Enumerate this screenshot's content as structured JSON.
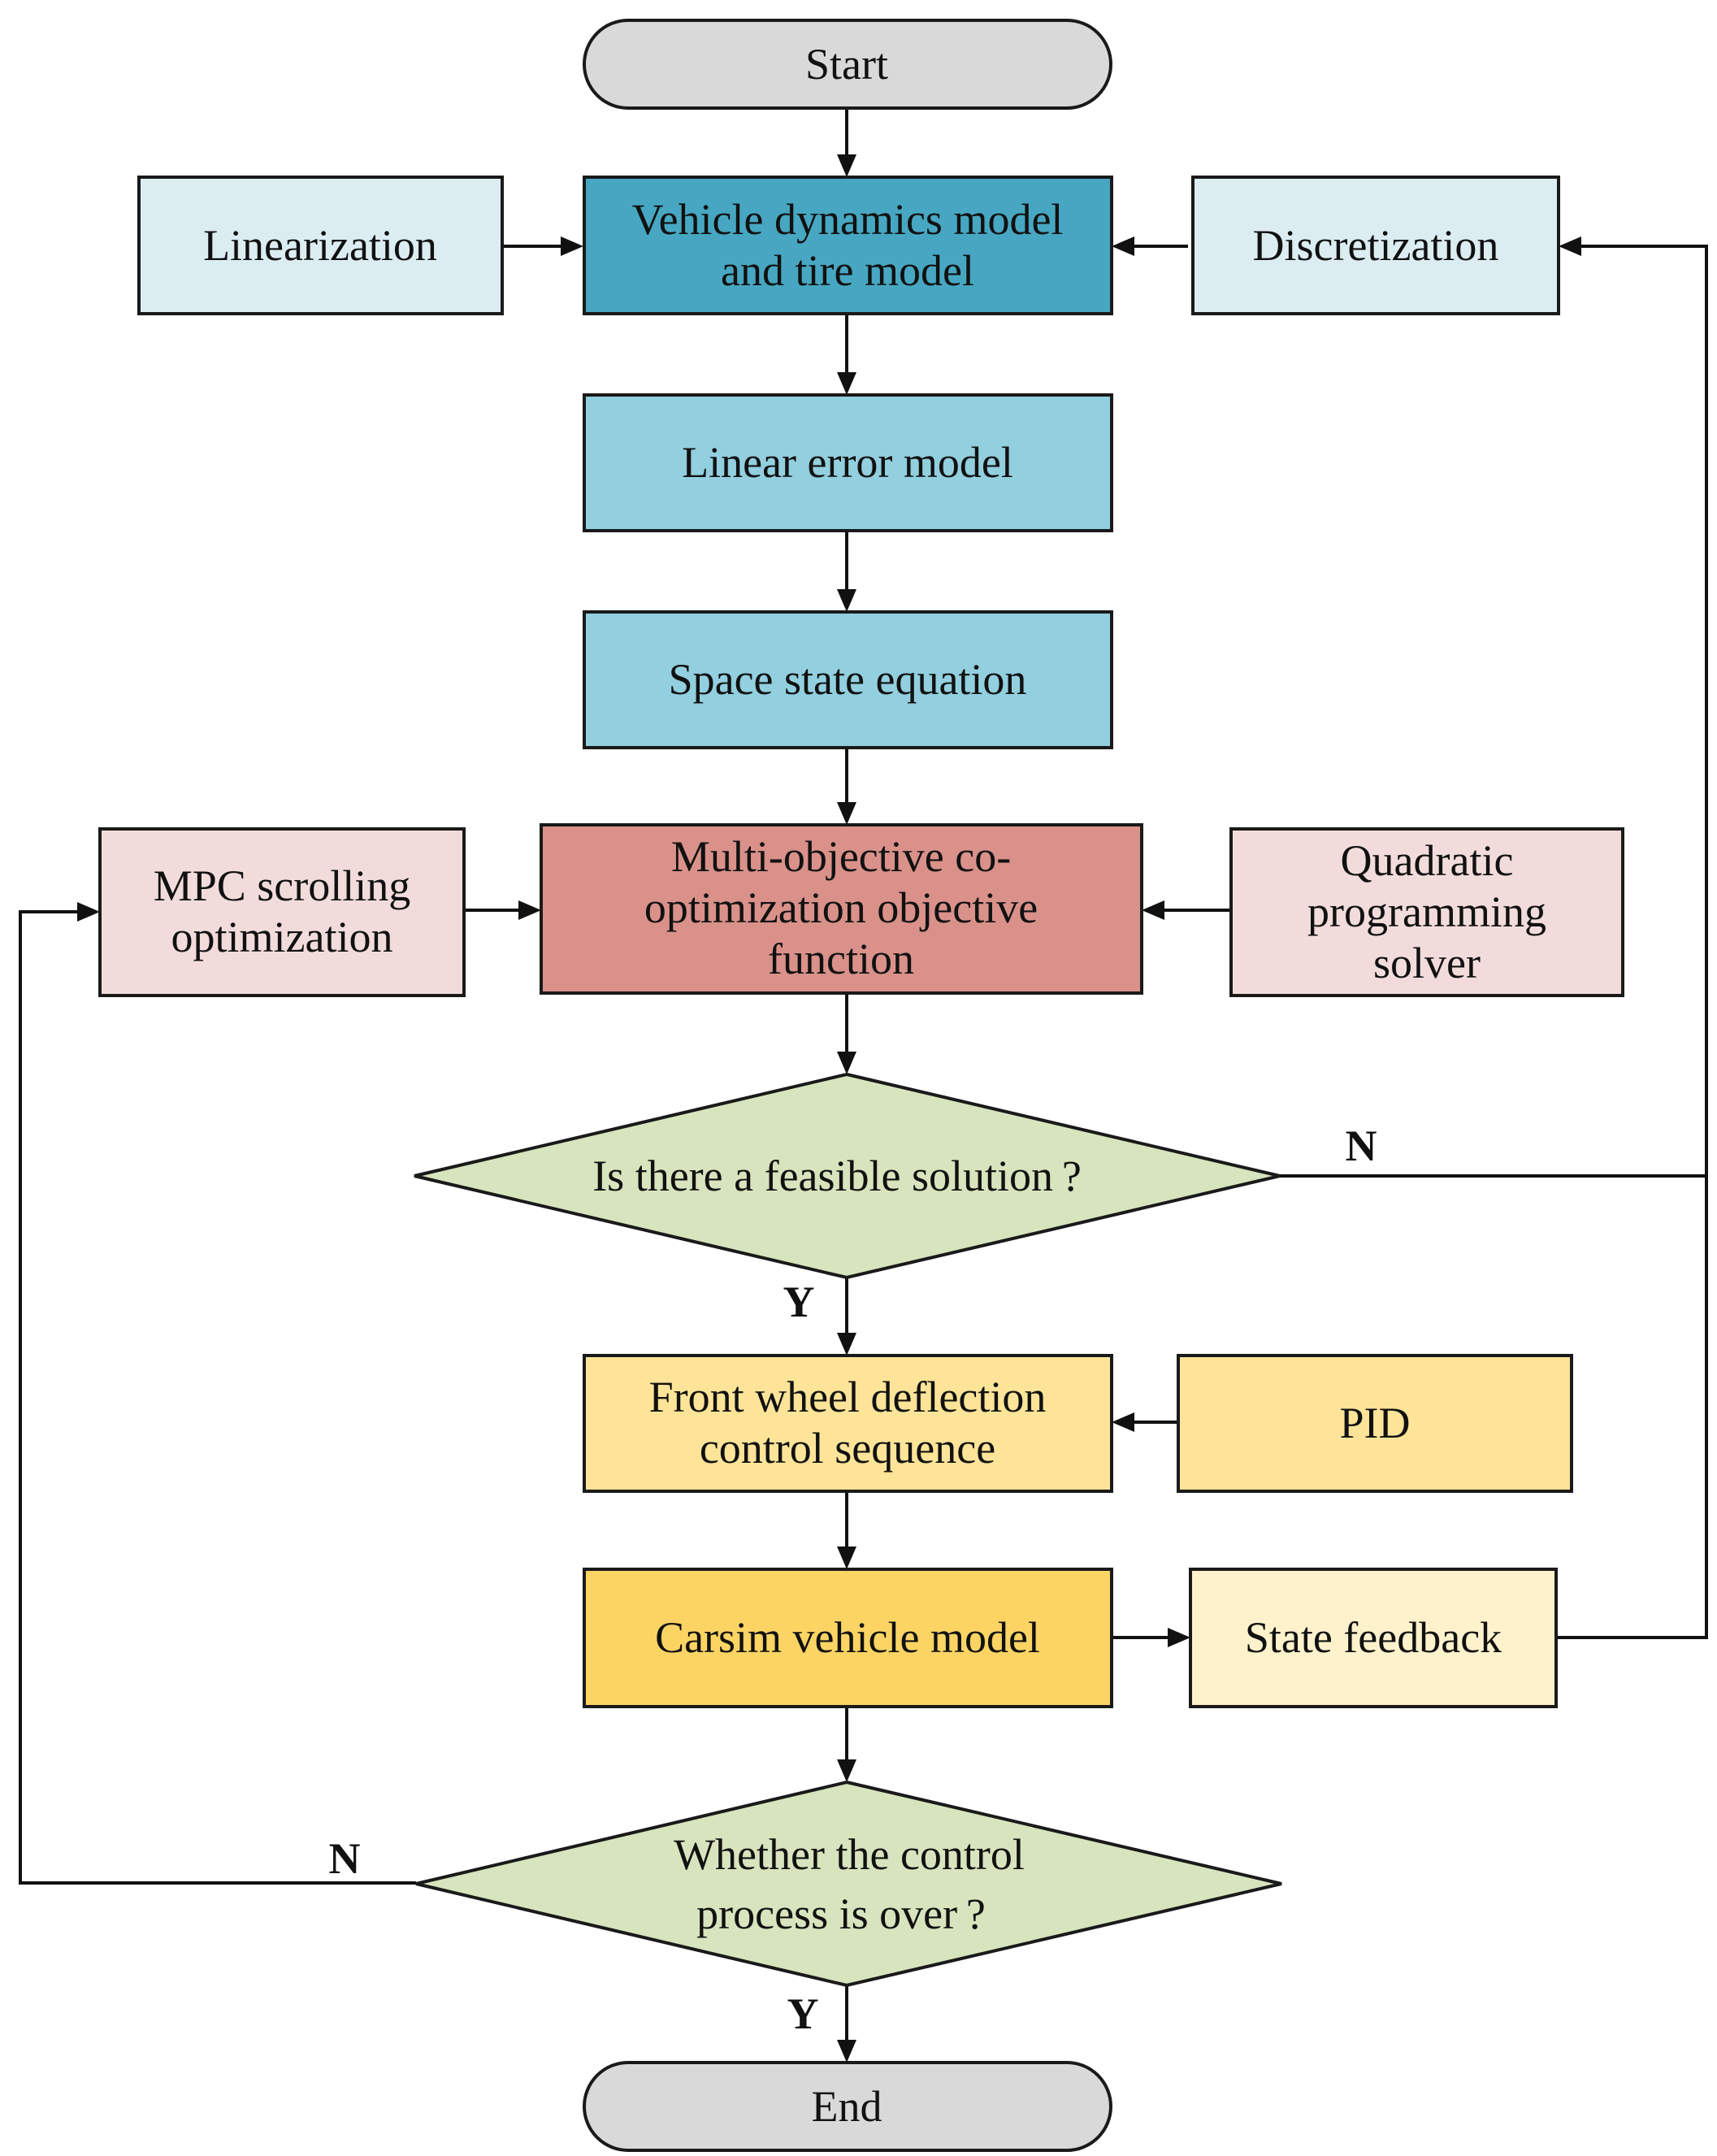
{
  "nodes": {
    "start": {
      "lines": [
        "Start"
      ]
    },
    "vehicle_model": {
      "lines": [
        "Vehicle dynamics model",
        "and tire model"
      ]
    },
    "linearization": {
      "lines": [
        "Linearization"
      ]
    },
    "discretization": {
      "lines": [
        "Discretization"
      ]
    },
    "linear_error": {
      "lines": [
        "Linear error model"
      ]
    },
    "space_state": {
      "lines": [
        "Space state equation"
      ]
    },
    "mpc": {
      "lines": [
        "MPC scrolling",
        "optimization"
      ]
    },
    "objective": {
      "lines": [
        "Multi-objective co-",
        "optimization objective",
        "function"
      ]
    },
    "qp_solver": {
      "lines": [
        "Quadratic",
        "programming",
        "solver"
      ]
    },
    "feasible": {
      "lines": [
        "Is there a feasible solution ?"
      ]
    },
    "front_wheel": {
      "lines": [
        "Front wheel deflection",
        "control sequence"
      ]
    },
    "pid": {
      "lines": [
        "PID"
      ]
    },
    "carsim": {
      "lines": [
        "Carsim vehicle model"
      ]
    },
    "state_feedback": {
      "lines": [
        "State feedback"
      ]
    },
    "process_over": {
      "lines": [
        "Whether the control",
        "process is over ?"
      ]
    },
    "end": {
      "lines": [
        "End"
      ]
    }
  },
  "flags": {
    "feasible_no": "N",
    "feasible_yes": "Y",
    "over_no": "N",
    "over_yes": "Y"
  },
  "colors": {
    "terminal": "#d9d9d9",
    "vehicle_model": "#47a7c2",
    "side_light_blue": "#dcedf2",
    "model_blue": "#92cfdf",
    "objective": "#d9918a",
    "side_pink": "#f2dcdb",
    "decision": "#d7e4bd",
    "control_yellow": "#fde498",
    "carsim": "#fcd464",
    "feedback": "#fef2cc"
  }
}
